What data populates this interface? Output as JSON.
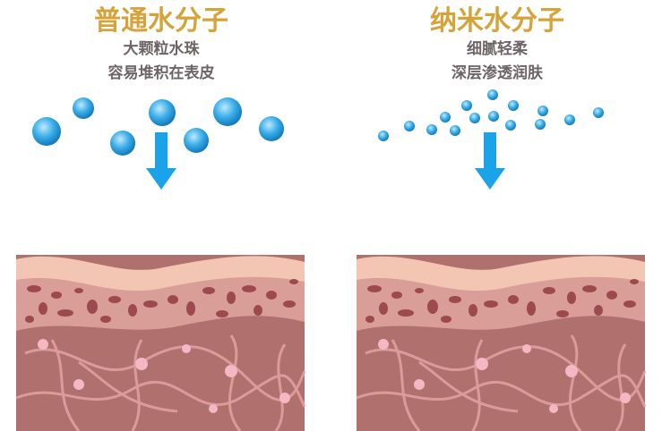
{
  "left": {
    "title": "普通水分子",
    "lines": [
      "大颗粒水珠",
      "容易堆积在表皮"
    ]
  },
  "right": {
    "title": "纳米水分子",
    "lines": [
      "细腻轻柔",
      "深层渗透润肤"
    ]
  },
  "colors": {
    "title": "#d6a33b",
    "text": "#6e6466",
    "water": "#2a9fe0",
    "arrow": "#1aa3e8",
    "epidermis": "#f3c6b3",
    "dermis": "#b0706e"
  }
}
